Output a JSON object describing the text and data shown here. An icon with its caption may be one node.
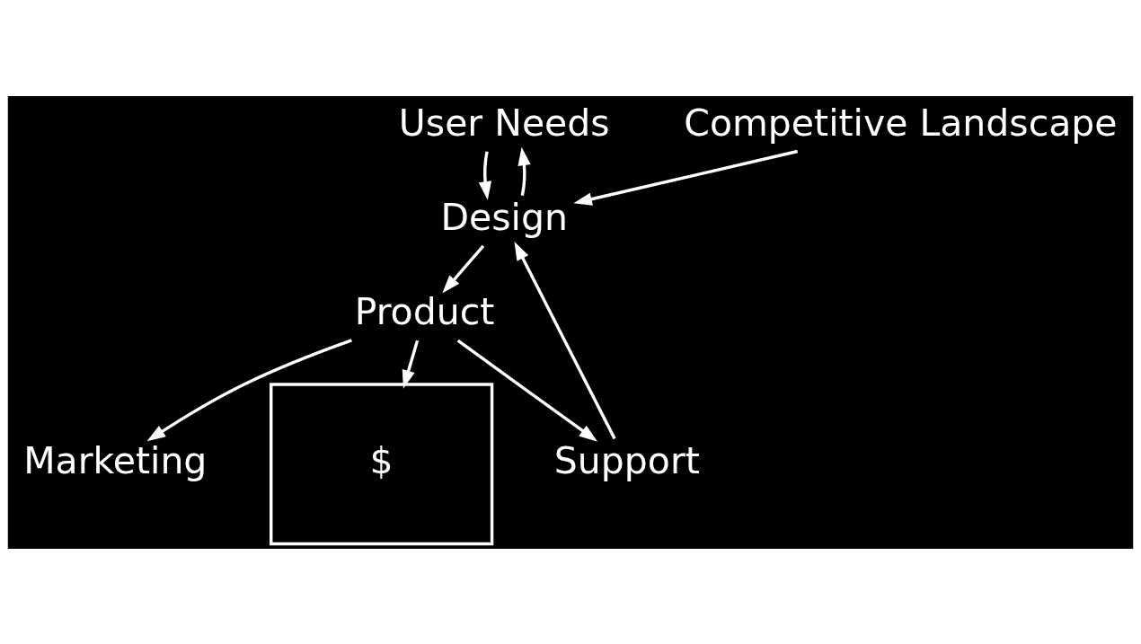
{
  "diagram": {
    "nodes": [
      {
        "text": [
          "User Needs"
        ]
      },
      {
        "text": [
          "Competitive Landscape"
        ]
      },
      {
        "text": [
          "Design"
        ]
      },
      {
        "text": [
          "Product"
        ]
      },
      {
        "text": [
          "Marketing"
        ]
      },
      {
        "text": [
          "Support"
        ]
      },
      {
        "text": [
          "$"
        ]
      }
    ],
    "edges": [
      {
        "from": 0,
        "to": 2,
        "arrow": "to"
      },
      {
        "from": 2,
        "to": 0,
        "arrow": "to"
      },
      {
        "from": 1,
        "to": 2,
        "arrow": "to"
      },
      {
        "from": 2,
        "to": 3,
        "arrow": "to"
      },
      {
        "from": 3,
        "to": 4,
        "arrow": "to"
      },
      {
        "from": 3,
        "to": 5,
        "arrow": "to"
      },
      {
        "from": 5,
        "to": 2,
        "arrow": "to"
      },
      {
        "from": 3,
        "to": 6,
        "arrow": "to"
      }
    ]
  }
}
